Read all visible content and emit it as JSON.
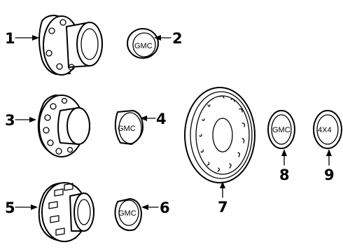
{
  "colors": {
    "ink": "#000000",
    "paper": "#ffffff"
  },
  "callouts": {
    "c1": "1",
    "c2": "2",
    "c3": "3",
    "c4": "4",
    "c5": "5",
    "c6": "6",
    "c7": "7",
    "c8": "8",
    "c9": "9"
  },
  "caps": {
    "cap2": "GMC",
    "cap4": "GMC",
    "cap6": "GMC",
    "cap8": "GMC",
    "cap9": "4X4"
  }
}
